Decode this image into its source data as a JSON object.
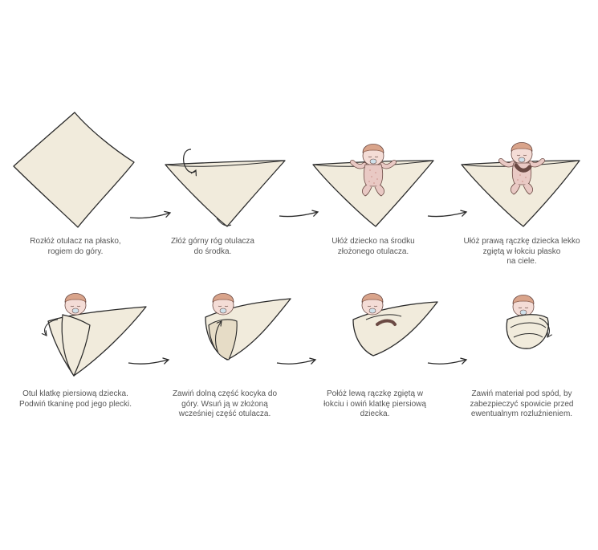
{
  "steps": [
    {
      "caption": [
        "Rozłóż otulacz na płasko,",
        "rogiem do góry."
      ]
    },
    {
      "caption": [
        "Złóż górny róg otulacza",
        "do środka."
      ]
    },
    {
      "caption": [
        "Ułóż dziecko na środku",
        "złożonego otulacza."
      ]
    },
    {
      "caption": [
        "Ułóż prawą rączkę dziecka lekko",
        "zgiętą w łokciu płasko",
        "na ciele."
      ]
    },
    {
      "caption": [
        "Otul klatkę piersiową dziecka.",
        "Podwiń tkaninę pod jego plecki."
      ]
    },
    {
      "caption": [
        "Zawiń dolną część kocyka do",
        "góry. Wsuń ją w złożoną",
        "wcześniej część otulacza."
      ]
    },
    {
      "caption": [
        "Połóż lewą rączkę zgiętą w",
        "łokciu i owiń klatkę piersiową",
        "dziecka."
      ]
    },
    {
      "caption": [
        "Zawiń materiał pod spód, by",
        "zabezpieczyć spowicie przed",
        "ewentualnym rozluźnieniem."
      ]
    }
  ],
  "colors": {
    "blanket": "#f1ebdc",
    "blanket_shade": "#e6dcc6",
    "outline": "#2a2a2a",
    "skin": "#f4dcd6",
    "onesie": "#e9c9c4",
    "onesie_dots": "#c98f88",
    "hat": "#d9a48b",
    "pacifier": "#cfe0ea",
    "caption_text": "#555555"
  },
  "icons": [
    "fold-arrow-icon",
    "next-step-arrow-icon",
    "baby-icon",
    "blanket-icon"
  ]
}
